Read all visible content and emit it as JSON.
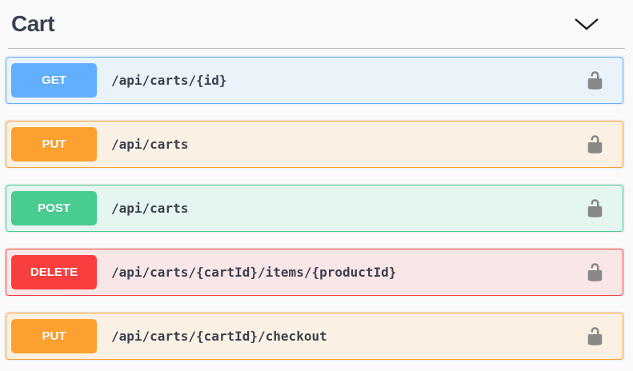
{
  "section": {
    "title": "Cart",
    "expand_icon": "chevron-down",
    "title_color": "#3b4151"
  },
  "icons": {
    "auth": "open-padlock",
    "auth_color": "#888888"
  },
  "endpoints": [
    {
      "method": "GET",
      "path": "/api/carts/{id}",
      "color": "#61affe",
      "bg": "#eaf2fa",
      "auth": "unlocked"
    },
    {
      "method": "PUT",
      "path": "/api/carts",
      "color": "#fca130",
      "bg": "#faf1e4",
      "auth": "unlocked"
    },
    {
      "method": "POST",
      "path": "/api/carts",
      "color": "#49cc90",
      "bg": "#e5f5ef",
      "auth": "unlocked"
    },
    {
      "method": "DELETE",
      "path": "/api/carts/{cartId}/items/{productId}",
      "color": "#f93e3e",
      "bg": "#f9e7e7",
      "auth": "unlocked"
    },
    {
      "method": "PUT",
      "path": "/api/carts/{cartId}/checkout",
      "color": "#fca130",
      "bg": "#faf1e4",
      "auth": "unlocked"
    }
  ]
}
